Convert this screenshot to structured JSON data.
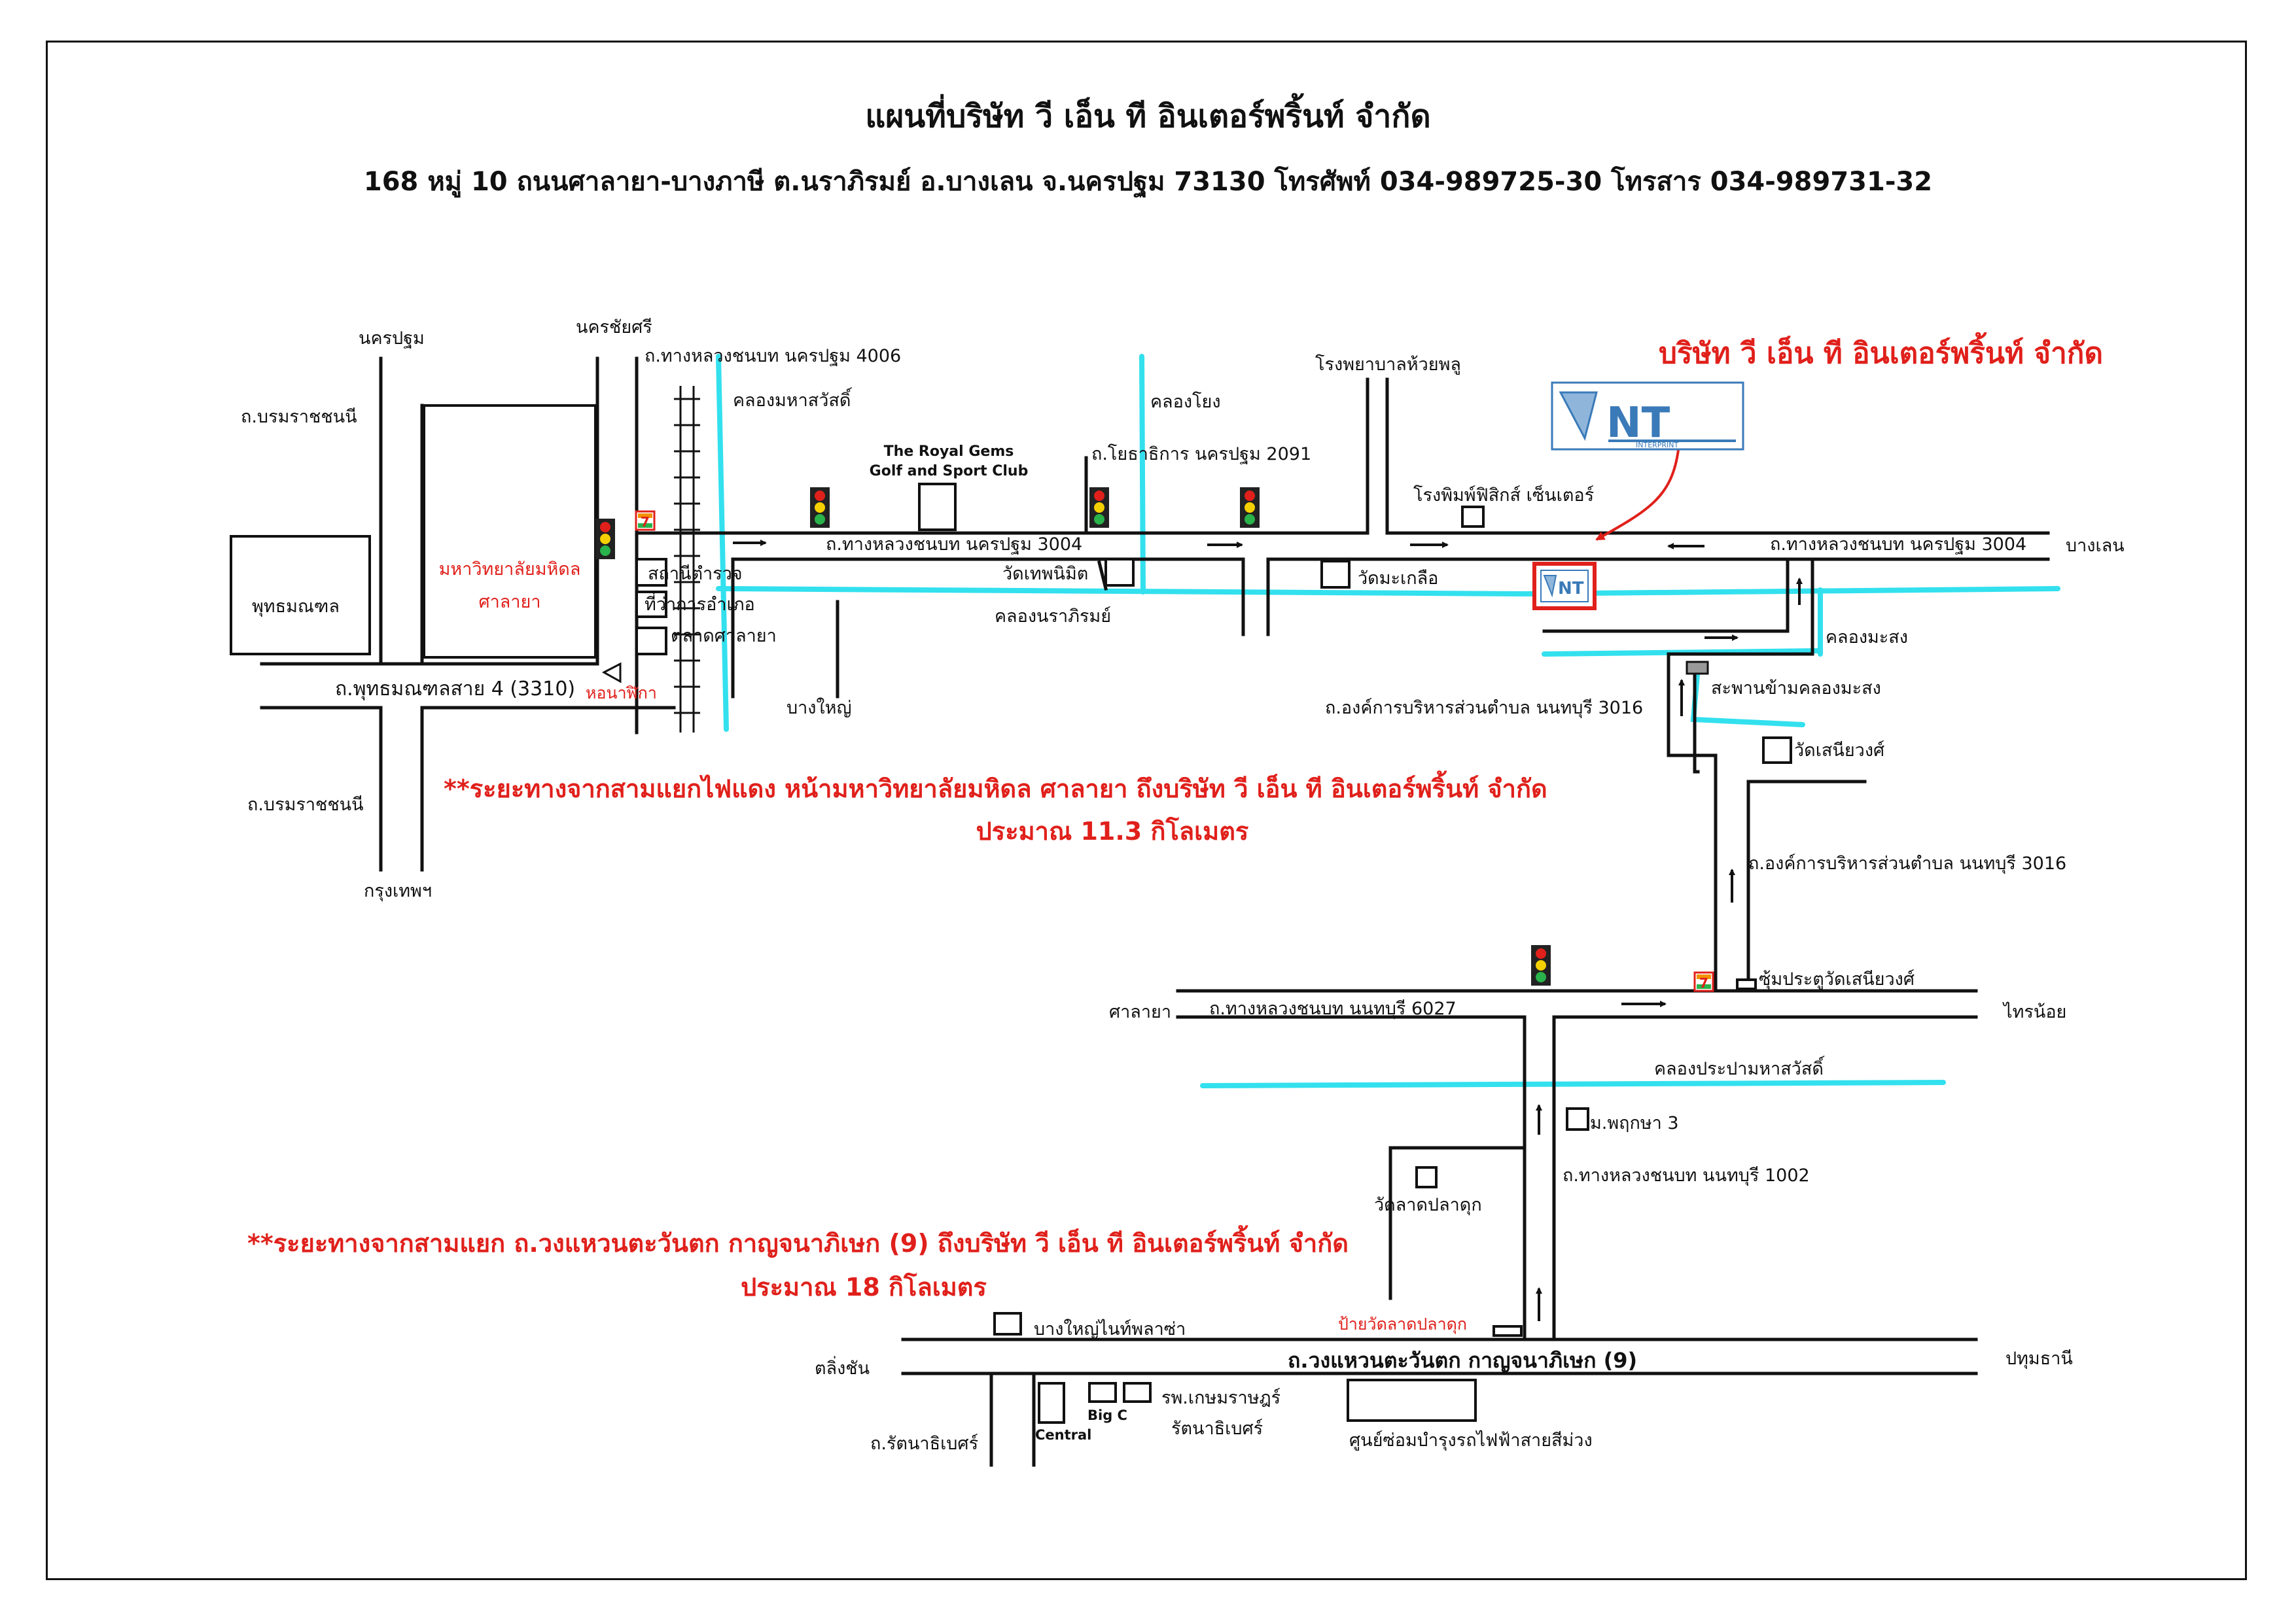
{
  "header": {
    "title": "แผนที่บริษัท วี เอ็น ที อินเตอร์พริ้นท์ จำกัด",
    "address": "168 หมู่ 10 ถนนศาลายา-บางภาษี ต.นราภิรมย์ อ.บางเลน จ.นครปฐม 73130 โทรศัพท์ 034-989725-30 โทรสาร 034-989731-32"
  },
  "company": {
    "name_label": "บริษัท วี เอ็น ที อินเตอร์พริ้นท์ จำกัด",
    "logo_text": "VNT",
    "logo_subtext": "INTERPRINT"
  },
  "labels": {
    "nakhon_pathom": "นครปฐม",
    "nakhon_chai_si": "นครชัยศรี",
    "borommaratchachonnani_1": "ถ.บรมราชชนนี",
    "borommaratchachonnani_2": "ถ.บรมราชชนนี",
    "bangkok": "กรุงเทพฯ",
    "phutthamonthon": "พุทธมณฑล",
    "mahidol_line1": "มหาวิทยาลัยมหิดล",
    "mahidol_line2": "ศาลายา",
    "clock_tower": "หอนาฬิกา",
    "phutthamonthon_sai4": "ถ.พุทธมณฑลสาย 4 (3310)",
    "rural_road_4006": "ถ.ทางหลวงชนบท นครปฐม 4006",
    "police_station": "สถานีตำรวจ",
    "district_office": "ที่ว่าการอำเภอ",
    "salaya_market": "ตลาดศาลายา",
    "khlong_maha_sawat": "คลองมหาสวัสดิ์",
    "royal_gems_1": "The Royal Gems",
    "royal_gems_2": "Golf and Sport Club",
    "khlong_yong": "คลองโยง",
    "yothathikan_road": "ถ.โยธาธิการ นครปฐม 2091",
    "huai_phlu_hospital": "โรงพยาบาลห้วยพลู",
    "physics_center": "โรงพิมพ์ฟิสิกส์ เซ็นเตอร์",
    "rural_road_3004_a": "ถ.ทางหลวงชนบท นครปฐม 3004",
    "rural_road_3004_b": "ถ.ทางหลวงชนบท นครปฐม 3004",
    "bang_len": "บางเลน",
    "wat_thep_nimit": "วัดเทพนิมิต",
    "wat_makluea": "วัดมะเกลือ",
    "khlong_naraphirom": "คลองนราภิรมย์",
    "bang_yai": "บางใหญ่",
    "khlong_ma_song": "คลองมะสง",
    "ma_song_bridge": "สะพานข้ามคลองมะสง",
    "tao_road_3016_a": "ถ.องค์การบริหารส่วนตำบล นนทบุรี 3016",
    "tao_road_3016_b": "ถ.องค์การบริหารส่วนตำบล นนทบุรี 3016",
    "wat_sanee_wong": "วัดเสนียวงศ์",
    "wat_sanee_wong_arch": "ซุ้มประตูวัดเสนียวงศ์",
    "salaya": "ศาลายา",
    "rural_road_6027": "ถ.ทางหลวงชนบท นนทบุรี 6027",
    "sai_noi": "ไทรน้อย",
    "khlong_prapam": "คลองประปามหาสวัสดิ์",
    "phruksa_3": "ม.พฤกษา 3",
    "wat_lat_pla_duk": "วัดลาดปลาดุก",
    "rural_road_1002": "ถ.ทางหลวงชนบท นนทบุรี 1002",
    "wat_lat_pla_duk_sign": "ป้ายวัดลาดปลาดุก",
    "bang_yai_plaza": "บางใหญ่ไนท์พลาซ่า",
    "taling_chan": "ตลิ่งชัน",
    "kanchanaphisek_road": "ถ.วงแหวนตะวันตก กาญจนาภิเษก (9)",
    "pathum_thani": "ปทุมธานี",
    "rattanathibet_road": "ถ.รัตนาธิเบศร์",
    "central": "Central",
    "big_c": "Big C",
    "kasemrad_1": "รพ.เกษมราษฎร์",
    "kasemrad_2": "รัตนาธิเบศร์",
    "purple_line_depot": "ศูนย์ซ่อมบำรุงรถไฟฟ้าสายสีม่วง"
  },
  "notes": {
    "note1_line1": "**ระยะทางจากสามแยกไฟแดง หน้ามหาวิทยาลัยมหิดล ศาลายา  ถึงบริษัท วี เอ็น ที อินเตอร์พริ้นท์ จำกัด",
    "note1_line2": "ประมาณ 11.3 กิโลเมตร",
    "note2_line1": "**ระยะทางจากสามแยก ถ.วงแหวนตะวันตก กาญจนาภิเษก (9) ถึงบริษัท วี เอ็น ที อินเตอร์พริ้นท์ จำกัด",
    "note2_line2": "ประมาณ 18 กิโลเมตร"
  },
  "store_badge": "7",
  "colors": {
    "water": "#33e0ee",
    "accent_red": "#e0201b",
    "road": "#111111",
    "logo_blue": "#3a7ab8"
  }
}
